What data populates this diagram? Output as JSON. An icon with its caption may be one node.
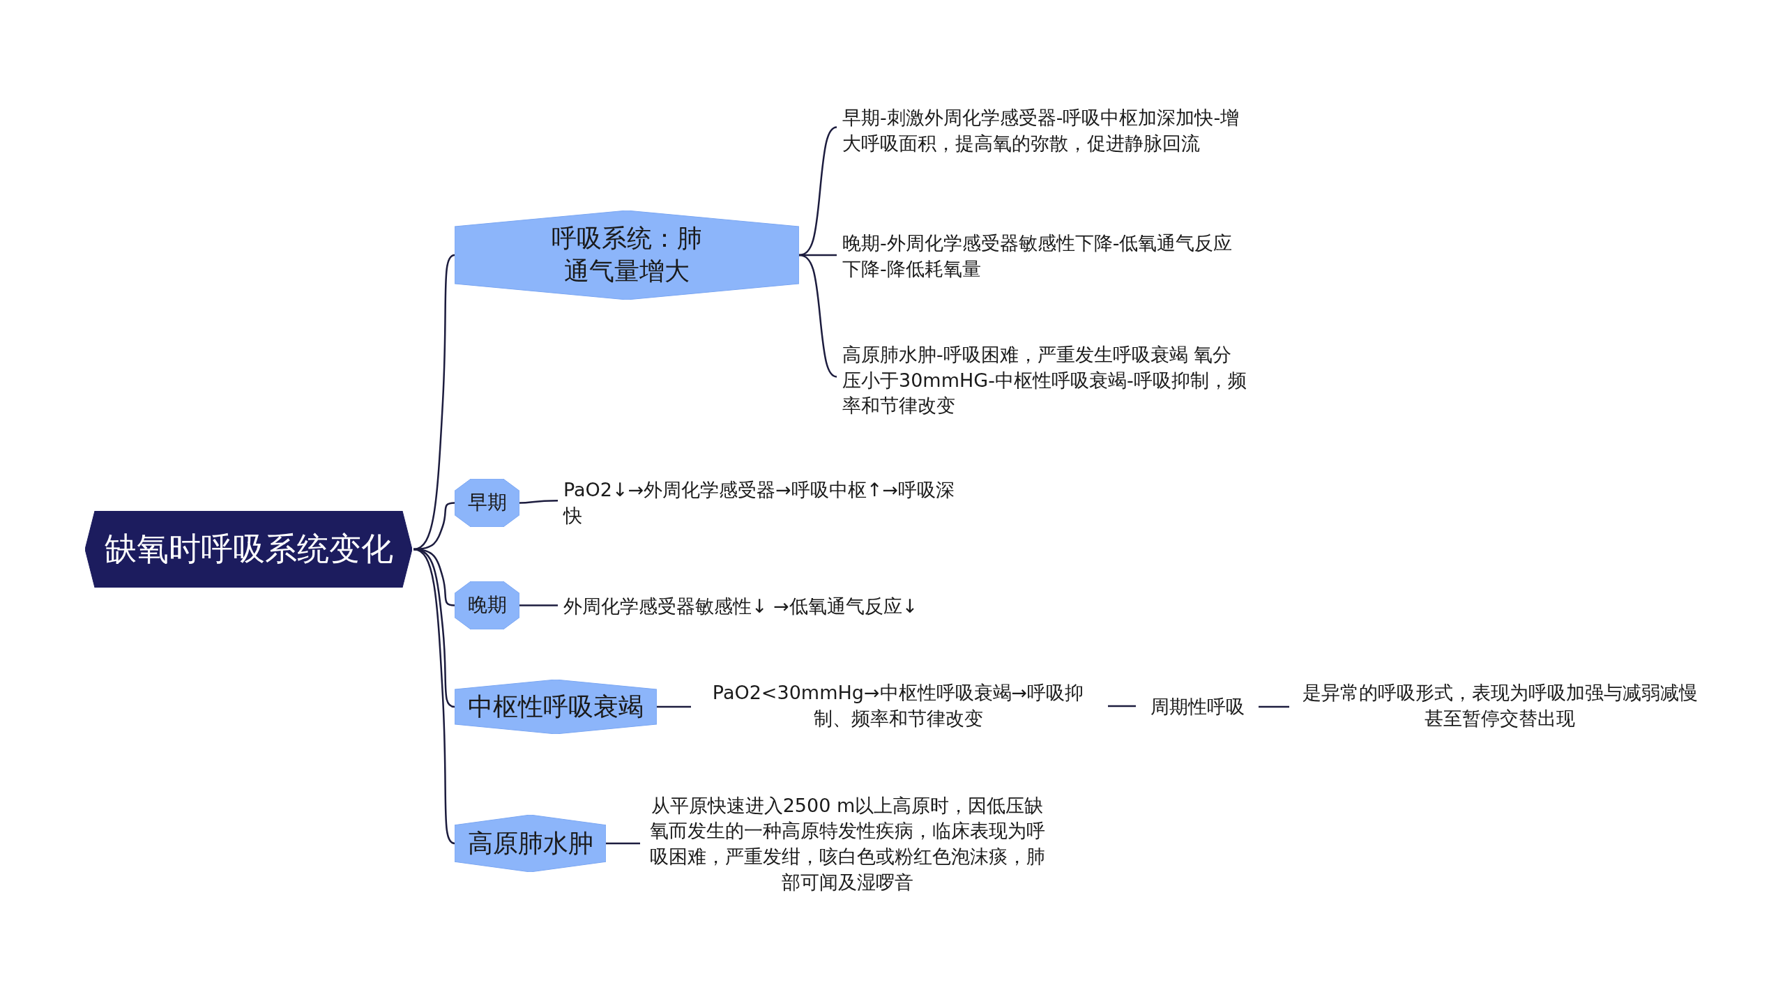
{
  "diagram": {
    "nodes": [
      {
        "text": [
          "缺氧时呼吸系统变化"
        ]
      },
      {
        "text": [
          "呼吸系统：肺通气量增大"
        ]
      },
      {
        "text": [
          "早期-刺激外周化学感受器-呼吸中枢加深加快-增大呼吸面积，提高氧的弥散，促进静脉回流"
        ]
      },
      {
        "text": [
          "晚期-外周化学感受器敏感性下降-低氧通气反应下降-降低耗氧量"
        ]
      },
      {
        "text": [
          "高原肺水肿-呼吸困难，严重发生呼吸衰竭 氧分压小于30mmHG-中枢性呼吸衰竭-呼吸抑制，频率和节律改变"
        ]
      },
      {
        "text": [
          "早期"
        ]
      },
      {
        "text": [
          "PaO2↓→外周化学感受器→呼吸中枢↑→呼吸深快"
        ]
      },
      {
        "text": [
          "晚期"
        ]
      },
      {
        "text": [
          "外周化学感受器敏感性↓ →低氧通气反应↓"
        ]
      },
      {
        "text": [
          "中枢性呼吸衰竭"
        ]
      },
      {
        "text": [
          "PaO2<30mmHg→中枢性呼吸衰竭→呼吸抑制、频率和节律改变"
        ]
      },
      {
        "text": [
          "周期性呼吸"
        ]
      },
      {
        "text": [
          "是异常的呼吸形式，表现为呼吸加强与减弱减慢甚至暂停交替出现"
        ]
      },
      {
        "text": [
          "高原肺水肿"
        ]
      },
      {
        "text": [
          "从平原快速进入2500 m以上高原时，因低压缺氧而发生的一种高原特发性疾病，临床表现为呼吸困难，严重发绀，咳白色或粉红色泡沫痰，肺部可闻及湿啰音"
        ]
      }
    ],
    "edges": [
      {
        "from": 0,
        "to": 1,
        "arrow": "none"
      },
      {
        "from": 0,
        "to": 5,
        "arrow": "none"
      },
      {
        "from": 0,
        "to": 7,
        "arrow": "none"
      },
      {
        "from": 0,
        "to": 9,
        "arrow": "none"
      },
      {
        "from": 0,
        "to": 13,
        "arrow": "none"
      },
      {
        "from": 1,
        "to": 2,
        "arrow": "none"
      },
      {
        "from": 1,
        "to": 3,
        "arrow": "none"
      },
      {
        "from": 1,
        "to": 4,
        "arrow": "none"
      },
      {
        "from": 5,
        "to": 6,
        "arrow": "none"
      },
      {
        "from": 7,
        "to": 8,
        "arrow": "none"
      },
      {
        "from": 9,
        "to": 10,
        "arrow": "none"
      },
      {
        "from": 10,
        "to": 11,
        "arrow": "none"
      },
      {
        "from": 11,
        "to": 12,
        "arrow": "none"
      },
      {
        "from": 13,
        "to": 14,
        "arrow": "none"
      }
    ]
  }
}
